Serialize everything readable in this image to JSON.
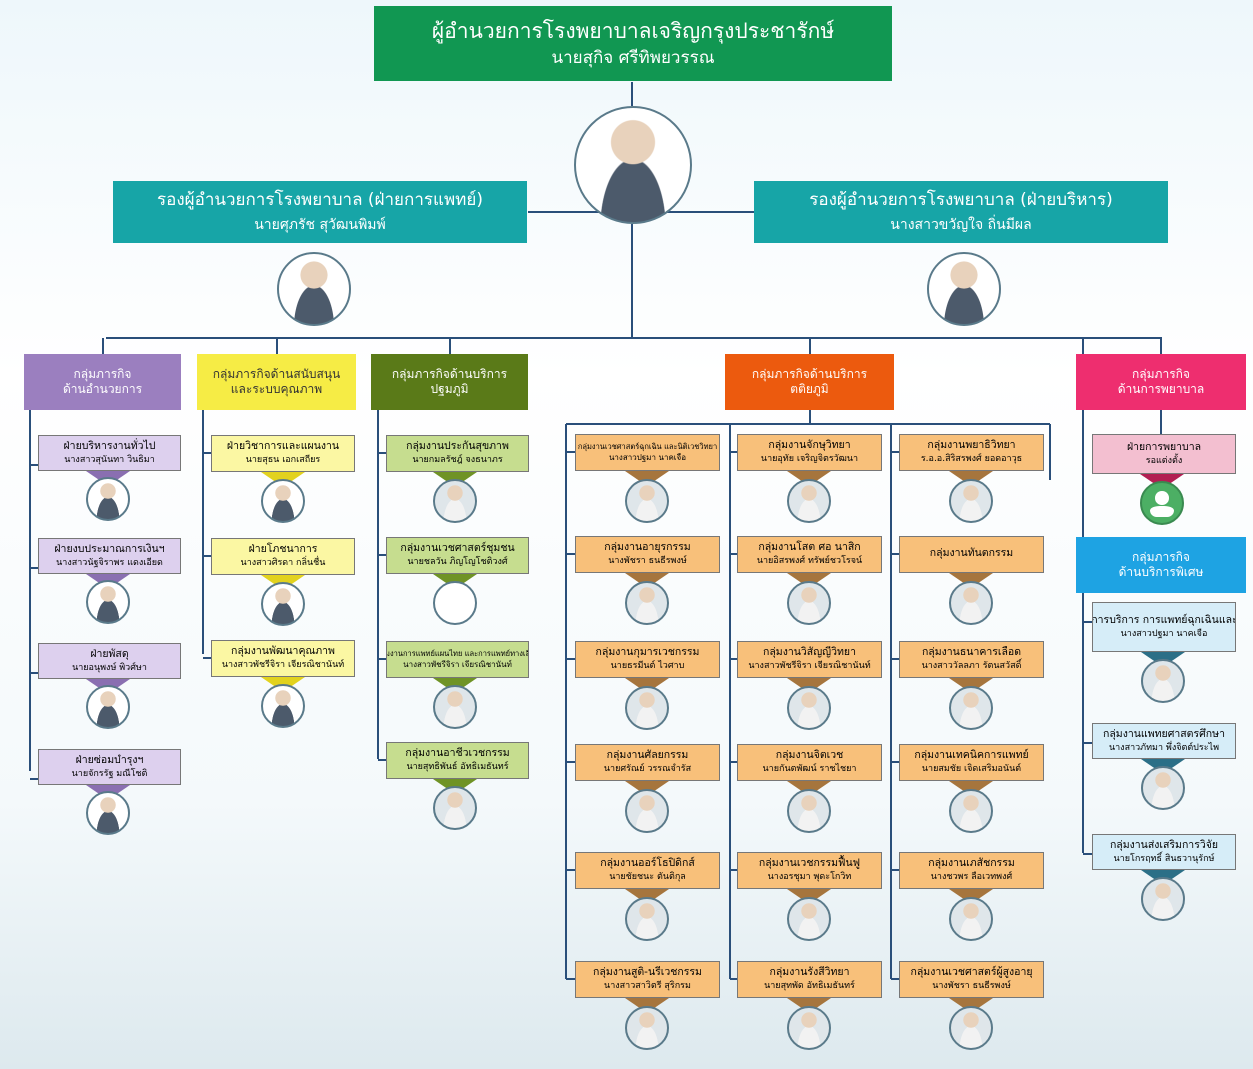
{
  "director": {
    "title": "ผู้อำนวยการโรงพยาบาลเจริญกรุงประชารักษ์",
    "name": "นายสุกิจ ศรีทิพยวรรณ"
  },
  "deputies": [
    {
      "title": "รองผู้อำนวยการโรงพยาบาล (ฝ่ายการแพทย์)",
      "name": "นายศุภรัช สุวัฒนพิมพ์"
    },
    {
      "title": "รองผู้อำนวยการโรงพยาบาล (ฝ่ายบริหาร)",
      "name": "นางสาวขวัญใจ ถิ่นมีผล"
    }
  ],
  "groups": [
    {
      "title": [
        "กลุ่มภารกิจ",
        "ด้านอำนวยการ"
      ],
      "color": "#9b7fbf",
      "text_color": "#ffffff",
      "unit_color": "#ddd0ee",
      "tri_color": "#8a6fb1",
      "units": [
        {
          "title": "ฝ่ายบริหารงานทั่วไป",
          "name": "นางสาวสุนันทา วินธิมา"
        },
        {
          "title": "ฝ่ายงบประมาณการเงินฯ",
          "name": "นางสาวนัฐจิราพร แดงเอียด"
        },
        {
          "title": "ฝ่ายพัสดุ",
          "name": "นายอนุพงษ์ พิวศ์ษา"
        },
        {
          "title": "ฝ่ายซ่อมบำรุงฯ",
          "name": "นายจักรรัฐ มณีโชติ"
        }
      ]
    },
    {
      "title": [
        "กลุ่มภารกิจด้านสนับสนุน",
        "และระบบคุณภาพ"
      ],
      "color": "#f6ec45",
      "text_color": "#333333",
      "unit_color": "#fbf7a3",
      "tri_color": "#e2d21e",
      "units": [
        {
          "title": "ฝ่ายวิชาการและแผนงาน",
          "name": "นายสุธน เอกเสถียร"
        },
        {
          "title": "ฝ่ายโภชนาการ",
          "name": "นางสาวศิรดา กลิ่นชื่น"
        },
        {
          "title": "กลุ่มงานพัฒนาคุณภาพ",
          "name": "นางสาวพัชรีจิรา เจียรณิชานันท์"
        }
      ]
    },
    {
      "title": [
        "กลุ่มภารกิจด้านบริการ",
        "ปฐมภูมิ"
      ],
      "color": "#5a7a18",
      "text_color": "#ffffff",
      "unit_color": "#c6dd8f",
      "tri_color": "#6f9325",
      "units": [
        {
          "title": "กลุ่มงานประกันสุขภาพ",
          "name": "นายกมลรัชฎ์ จงธนาภร"
        },
        {
          "title": "กลุ่มงานเวชศาสตร์ชุมชน",
          "name": "นายชลวัน ภิญโญโชติวงศ์"
        },
        {
          "title": "กลุ่มงานการแพทย์แผนไทย และการแพทย์ทางเลือก",
          "name": "นางสาวพัชรีจิรา เจียรณิชานันท์"
        },
        {
          "title": "กลุ่มงานอาชีวเวชกรรม",
          "name": "นายสุทธิพันธ์ อัทธิเมธันทร์"
        }
      ]
    },
    {
      "title": [
        "กลุ่มภารกิจด้านบริการ",
        "ตติยภูมิ"
      ],
      "color": "#ec5a0e",
      "text_color": "#ffffff",
      "unit_color": "#f8c07a",
      "tri_color": "#a6753d",
      "columns": [
        [
          {
            "title": "กลุ่มงานเวชศาสตร์ฉุกเฉิน และนิติเวชวิทยา",
            "name": "นางสาวปฐมา นาคเจือ"
          },
          {
            "title": "กลุ่มงานอายุรกรรม",
            "name": "นางพัชรา ธนธีรพงษ์"
          },
          {
            "title": "กลุ่มงานกุมารเวชกรรม",
            "name": "นายธรมีนต์ ไวศาบ"
          },
          {
            "title": "กลุ่มงานศัลยกรรม",
            "name": "นายศรัณย์ วรรณจำรัส"
          },
          {
            "title": "กลุ่มงานออร์โธปิดิกส์",
            "name": "นายชัยชนะ ตันติกุล"
          },
          {
            "title": "กลุ่มงานสูติ-นรีเวชกรรม",
            "name": "นางสาวสาวิตรี สุริกรม"
          }
        ],
        [
          {
            "title": "กลุ่มงานจักษุวิทยา",
            "name": "นายอุทัย เจริญจิตรวัฒนา"
          },
          {
            "title": "กลุ่มงานโสต ศอ นาสิก",
            "name": "นายอิสรพงศ์ ทรัพย์ชวโรจน์"
          },
          {
            "title": "กลุ่มงานวิสัญญีวิทยา",
            "name": "นางสาวพัชรีจิรา เจียรณิชานันท์"
          },
          {
            "title": "กลุ่มงานจิตเวช",
            "name": "นายกันตพัฒน์ ราชไชยา"
          },
          {
            "title": "กลุ่มงานเวชกรรมฟื้นฟู",
            "name": "นางอรชุมา พุดะโกวิท"
          },
          {
            "title": "กลุ่มงานรังสีวิทยา",
            "name": "นายสุทพัด อัทธิเมธันทร์"
          }
        ],
        [
          {
            "title": "กลุ่มงานพยาธิวิทยา",
            "name": "ร.อ.อ.สิริสรพงศ์ ยอดอาวุธ"
          },
          {
            "title": "กลุ่มงานทันตกรรม",
            "name": ""
          },
          {
            "title": "กลุ่มงานธนาคารเลือด",
            "name": "นางสาววัลลภา รัตนสวัสดิ์"
          },
          {
            "title": "กลุ่มงานเทคนิคการแพทย์",
            "name": "นายสมชัย เจิดเสริมอนันต์"
          },
          {
            "title": "กลุ่มงานเภสัชกรรม",
            "name": "นางชวพร ลือเวทพงศ์"
          },
          {
            "title": "กลุ่มงานเวชศาสตร์ผู้สูงอายุ",
            "name": "นางพัชรา ธนธีรพงษ์"
          }
        ]
      ]
    },
    {
      "title": [
        "กลุ่มภารกิจ",
        "ด้านการพยาบาล"
      ],
      "color": "#ee2e6f",
      "text_color": "#ffffff",
      "unit_color": "#f3bfd0",
      "tri_color": "#b21e52",
      "units": [
        {
          "title": "ฝ่ายการพยาบาล",
          "name": "รอแต่งตั้ง"
        }
      ]
    },
    {
      "title": [
        "กลุ่มภารกิจ",
        "ด้านบริการพิเศษ"
      ],
      "color": "#1ea3e3",
      "text_color": "#ffffff",
      "unit_color": "#d6edf8",
      "tri_color": "#2b6f87",
      "units": [
        {
          "title": "กลุ่มงานการบริการ การแพทย์ฉุกเฉินและรับส่งต่อ",
          "name": "นางสาวปฐมา นาคเจือ"
        },
        {
          "title": "กลุ่มงานแพทยศาสตรศึกษา",
          "name": "นางสาวภัทมา พึ่งจิตต์ประไพ"
        },
        {
          "title": "กลุ่มงานส่งเสริมการวิจัย",
          "name": "นายโกรฤทธิ์ สินธวานุรักษ์"
        }
      ]
    }
  ],
  "icons": {
    "photo": "person-photo-icon",
    "vacant": "user-silhouette-icon"
  }
}
